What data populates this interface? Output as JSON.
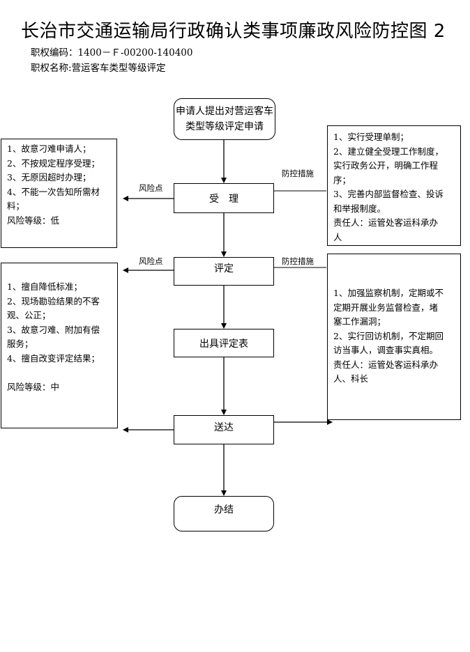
{
  "header": {
    "title": "长治市交通运输局行政确认类事项廉政风险防控图 2",
    "code_line": "职权编码：1400－Ｆ-00200-140400",
    "name_line": "职权名称:营运客车类型等级评定"
  },
  "flow": {
    "start": [
      "申请人提出对营运客车",
      "类型等级评定申请"
    ],
    "accept": "受　理",
    "assess": "评定",
    "issue": "出具评定表",
    "deliver": "送达",
    "end": "办结"
  },
  "labels": {
    "risk_point_1": "风险点",
    "measure_1": "防控措施",
    "risk_point_2": "风险点",
    "measure_2": "防控措施"
  },
  "risk_panel_1": {
    "lines": [
      "1、故意刁难申请人；",
      "2、不按规定程序受理；",
      "3、无原因超时办理；",
      "4、不能一次告知所需材",
      "料；",
      "风险等级：低"
    ]
  },
  "measure_panel_1": {
    "lines": [
      "1、实行受理单制；",
      "2、建立健全受理工作制度，",
      "实行政务公开，明确工作程",
      "序；",
      "3、完善内部监督检查、投诉",
      "和举报制度。",
      "责任人：运管处客运科承办",
      "人"
    ]
  },
  "risk_panel_2": {
    "lines": [
      "1、擅自降低标准；",
      "2、现场勘验结果的不客",
      "观、公正；",
      "3、故意刁难、附加有偿",
      "服务；",
      "4、擅自改变评定结果；",
      "",
      "风险等级：中"
    ]
  },
  "measure_panel_2": {
    "lines": [
      "1、加强监察机制，定期或不",
      "定期开展业务监督检查，堵",
      "塞工作漏洞；",
      "2、实行回访机制，不定期回",
      "访当事人，调查事实真相。",
      "责任人：运管处客运科承办",
      "人、科长"
    ]
  }
}
